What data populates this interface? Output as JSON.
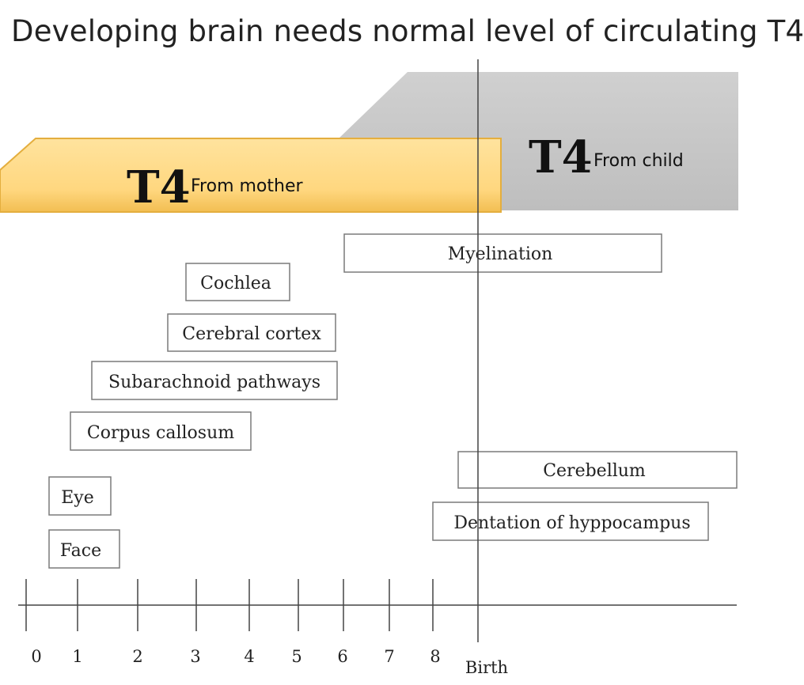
{
  "title": "Developing brain needs normal level of circulating T4",
  "bands": {
    "mother": {
      "label_big": "T4",
      "label_small": "From mother",
      "color": "#FFD77F"
    },
    "child": {
      "label_big": "T4",
      "label_small": "From child",
      "color": "#C8C8C8"
    }
  },
  "structures": {
    "myelination": "Myelination",
    "cochlea": "Cochlea",
    "cerebral_cortex": "Cerebral cortex",
    "subarachnoid": "Subarachnoid pathways",
    "corpus_callosum": "Corpus callosum",
    "eye": "Eye",
    "face": "Face",
    "cerebellum": "Cerebellum",
    "dentation": "Dentation of hyppocampus"
  },
  "axis": {
    "ticks": [
      "0",
      "1",
      "2",
      "3",
      "4",
      "5",
      "6",
      "7",
      "8"
    ],
    "birth_label": "Birth"
  }
}
